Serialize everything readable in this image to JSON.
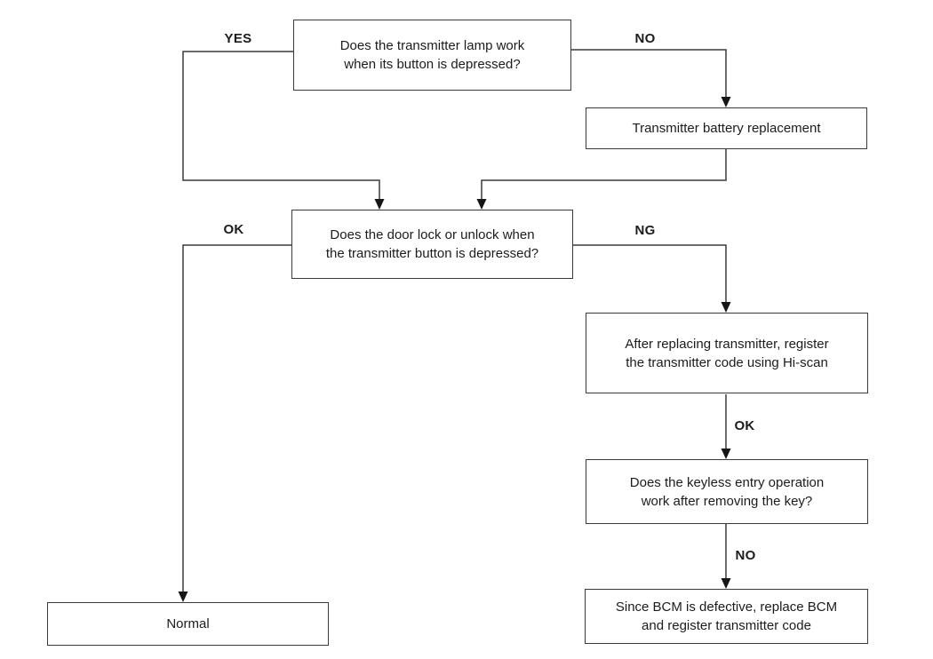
{
  "flowchart": {
    "title": "Keyless entry transmitter troubleshooting flowchart",
    "colors": {
      "background": "#ffffff",
      "line": "#3a3a3a",
      "text": "#1c1c1c"
    },
    "nodes": {
      "lamp": {
        "text": "Does the transmitter lamp work\nwhen its button is depressed?"
      },
      "battery": {
        "text": "Transmitter battery replacement"
      },
      "doorlock": {
        "text": "Does the door lock or unlock when\nthe transmitter button is depressed?"
      },
      "register": {
        "text": "After replacing transmitter, register\nthe transmitter code using Hi-scan"
      },
      "keyless": {
        "text": "Does the keyless entry operation\nwork after removing the key?"
      },
      "bcm": {
        "text": "Since BCM is defective, replace BCM\nand register transmitter code"
      },
      "normal": {
        "text": "Normal"
      }
    },
    "edge_labels": {
      "yes_top": "YES",
      "no_top": "NO",
      "ok_left": "OK",
      "ng_right": "NG",
      "ok_right": "OK",
      "no_bottom": "NO"
    }
  }
}
